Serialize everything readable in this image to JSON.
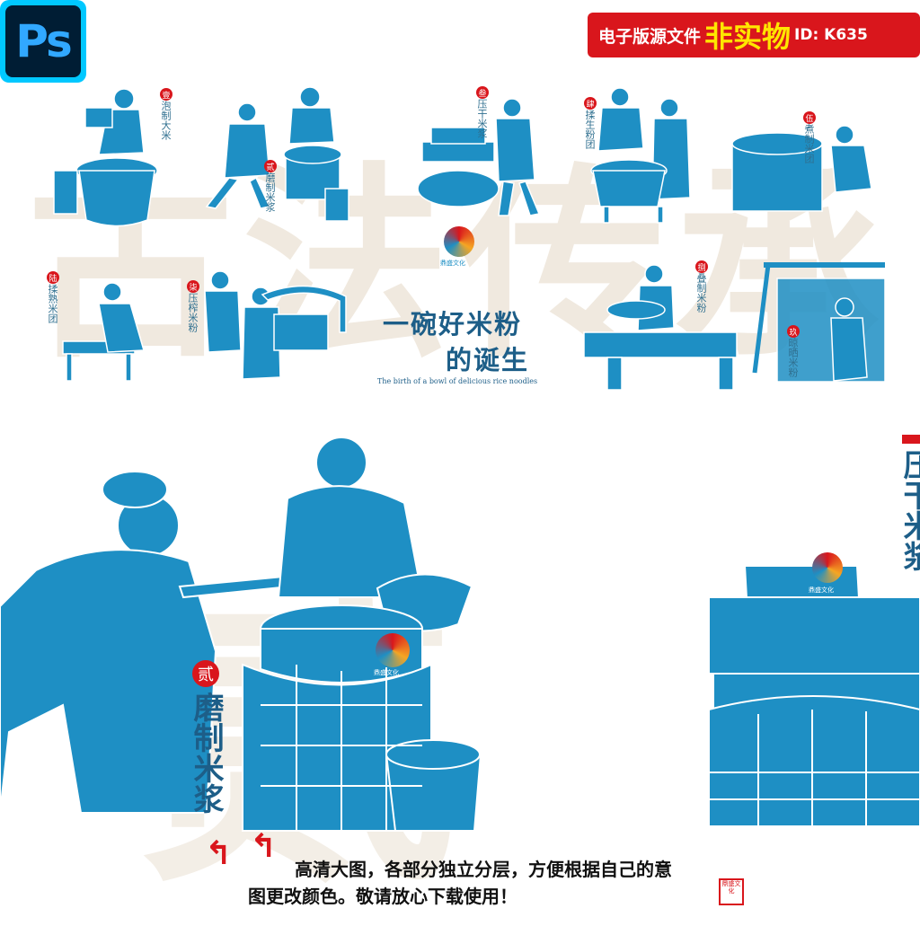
{
  "badge": {
    "label": "Ps"
  },
  "banner": {
    "prefix": "电子版源文件",
    "highlight": "非实物",
    "id": "ID: K635"
  },
  "watermark": {
    "text": "古法传承",
    "big_char": "贰"
  },
  "headline": {
    "line1": "一碗好米粉",
    "line2": "的诞生",
    "subtitle": "The birth of a bowl of delicious rice noodles"
  },
  "steps_small": [
    {
      "num": "壹",
      "label": "泡制大米"
    },
    {
      "num": "贰",
      "label": "磨制米浆"
    },
    {
      "num": "叁",
      "label": "压干米浆"
    },
    {
      "num": "肆",
      "label": "揉生粉团"
    },
    {
      "num": "伍",
      "label": "煮制米团"
    },
    {
      "num": "陆",
      "label": "揉熟米团"
    },
    {
      "num": "柒",
      "label": "压榨米粉"
    },
    {
      "num": "捌",
      "label": "叠制米粉"
    },
    {
      "num": "玖",
      "label": "晾晒米粉"
    }
  ],
  "large_step": {
    "num": "贰",
    "label": "磨制米浆"
  },
  "large_step_right": {
    "label": "压干米浆"
  },
  "logo_text": "鼎盛文化",
  "bottom": {
    "line1": "高清大图，各部分独立分层，方便根据自己的意",
    "line2": "图更改颜色。敬请放心下载使用！",
    "stamp": "鼎盛文化"
  },
  "colors": {
    "figure": "#1e8fc4",
    "accent": "#d9161c",
    "watermark": "#efe7dc"
  }
}
